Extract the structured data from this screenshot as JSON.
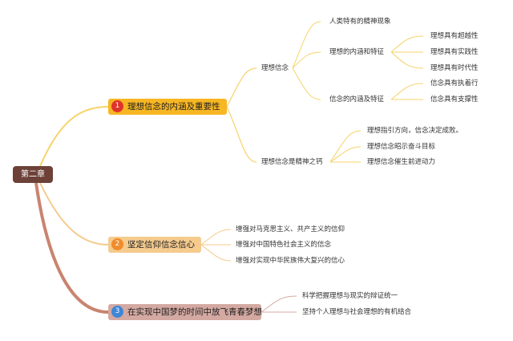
{
  "root": {
    "label": "第二章"
  },
  "branches": [
    {
      "number": "1",
      "label": "理想信念的内涵及重要性",
      "children": [
        {
          "label": "理想信念",
          "children": [
            {
              "label": "人类特有的精神现象"
            },
            {
              "label": "理想的内涵和特征",
              "children": [
                "理想具有超越性",
                "理想具有实践性",
                "理想具有时代性"
              ]
            },
            {
              "label": "信念的内涵及特征",
              "children": [
                "信念具有执着行",
                "信念具有支撑性"
              ]
            }
          ]
        },
        {
          "label": "理想信念是精神之钙",
          "children": [
            "理想指引方向，信念决定成败。",
            "理想信念昭示奋斗目标",
            "理想信念催生前进动力"
          ]
        }
      ]
    },
    {
      "number": "2",
      "label": "坚定信仰信念信心",
      "children": [
        "增强对马克思主义、共产主义的信仰",
        "增强对中国特色社会主义的信念",
        "增强对实现中华民族伟大复兴的信心"
      ]
    },
    {
      "number": "3",
      "label": "在实现中国梦的时间中放飞青春梦想",
      "children": [
        "科学把握理想与现实的辩证统一",
        "坚持个人理想与社会理想的有机结合"
      ]
    }
  ],
  "colors": {
    "root": "#6d4138",
    "branch1": "#f7b623",
    "branch2": "#f5cb8e",
    "branch3": "#d4a9a2",
    "connector_primary": "#f7d36a",
    "connector_secondary": "#c9846f"
  }
}
